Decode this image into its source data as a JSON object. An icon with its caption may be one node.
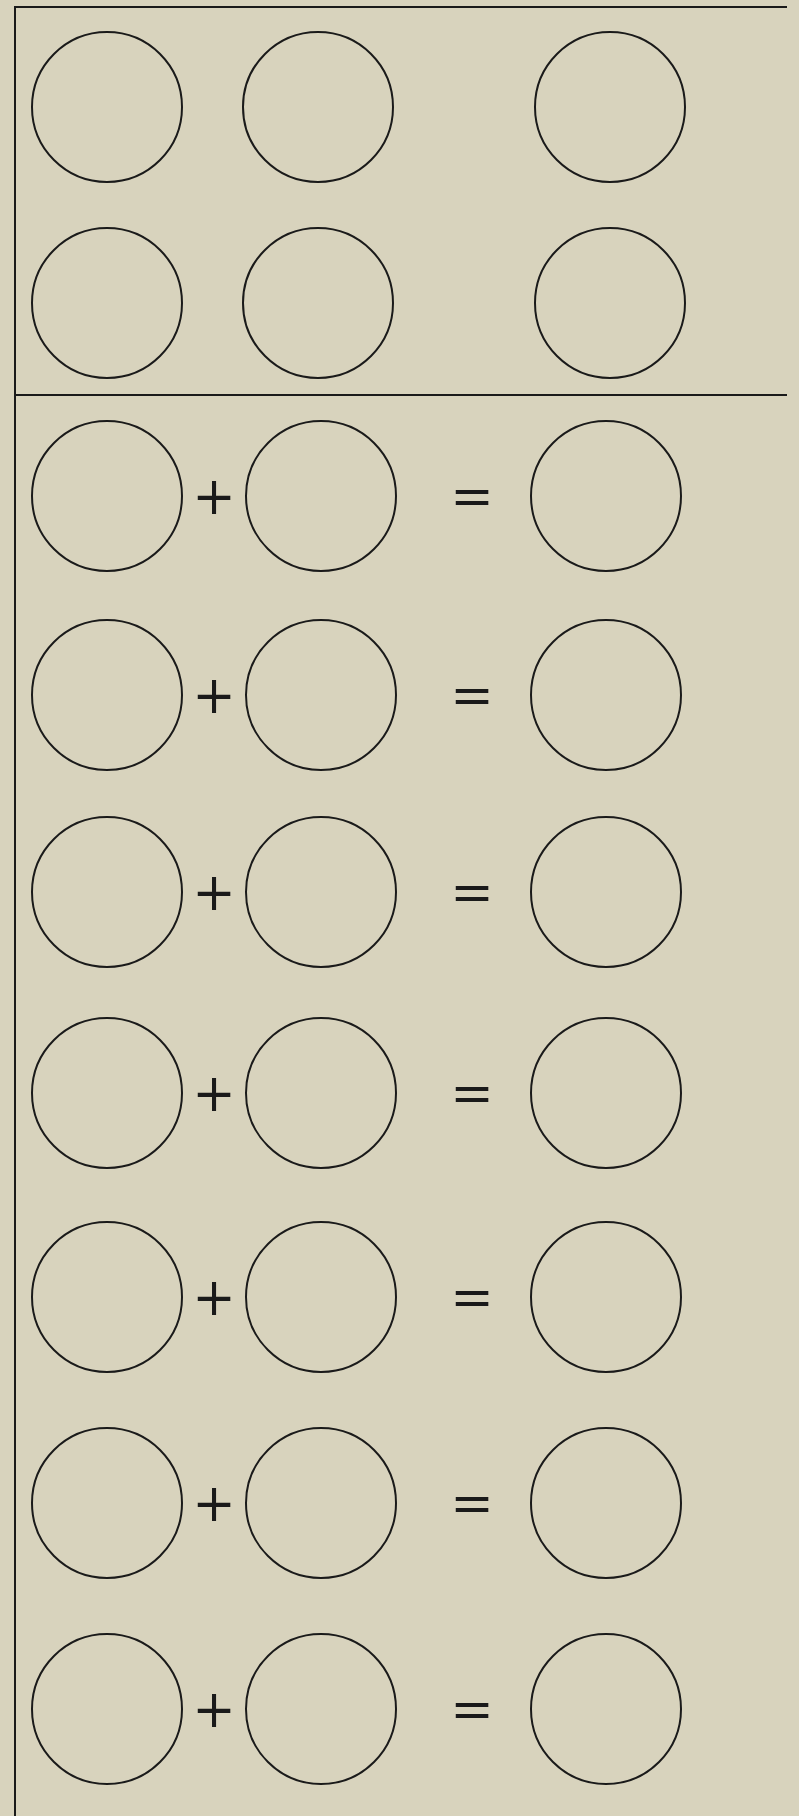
{
  "diagram": {
    "nodes": [
      {
        "text": [],
        "shape": "circle"
      },
      {
        "text": [],
        "shape": "circle"
      },
      {
        "text": [],
        "shape": "circle"
      },
      {
        "text": [],
        "shape": "circle"
      },
      {
        "text": [],
        "shape": "circle"
      },
      {
        "text": [],
        "shape": "circle"
      },
      {
        "text": [],
        "shape": "circle"
      },
      {
        "text": [],
        "shape": "circle"
      },
      {
        "text": [],
        "shape": "circle"
      },
      {
        "text": [],
        "shape": "circle"
      },
      {
        "text": [],
        "shape": "circle"
      },
      {
        "text": [],
        "shape": "circle"
      },
      {
        "text": [],
        "shape": "circle"
      },
      {
        "text": [],
        "shape": "circle"
      },
      {
        "text": [],
        "shape": "circle"
      },
      {
        "text": [],
        "shape": "circle"
      },
      {
        "text": [],
        "shape": "circle"
      },
      {
        "text": [],
        "shape": "circle"
      },
      {
        "text": [],
        "shape": "circle"
      },
      {
        "text": [],
        "shape": "circle"
      },
      {
        "text": [],
        "shape": "circle"
      },
      {
        "text": [],
        "shape": "circle"
      },
      {
        "text": [],
        "shape": "circle"
      },
      {
        "text": [],
        "shape": "circle"
      },
      {
        "text": [],
        "shape": "circle"
      },
      {
        "text": [],
        "shape": "circle"
      },
      {
        "text": [],
        "shape": "circle"
      }
    ],
    "labels": [
      "+",
      "=",
      "+",
      "=",
      "+",
      "=",
      "+",
      "=",
      "+",
      "=",
      "+",
      "=",
      "+",
      "="
    ]
  }
}
